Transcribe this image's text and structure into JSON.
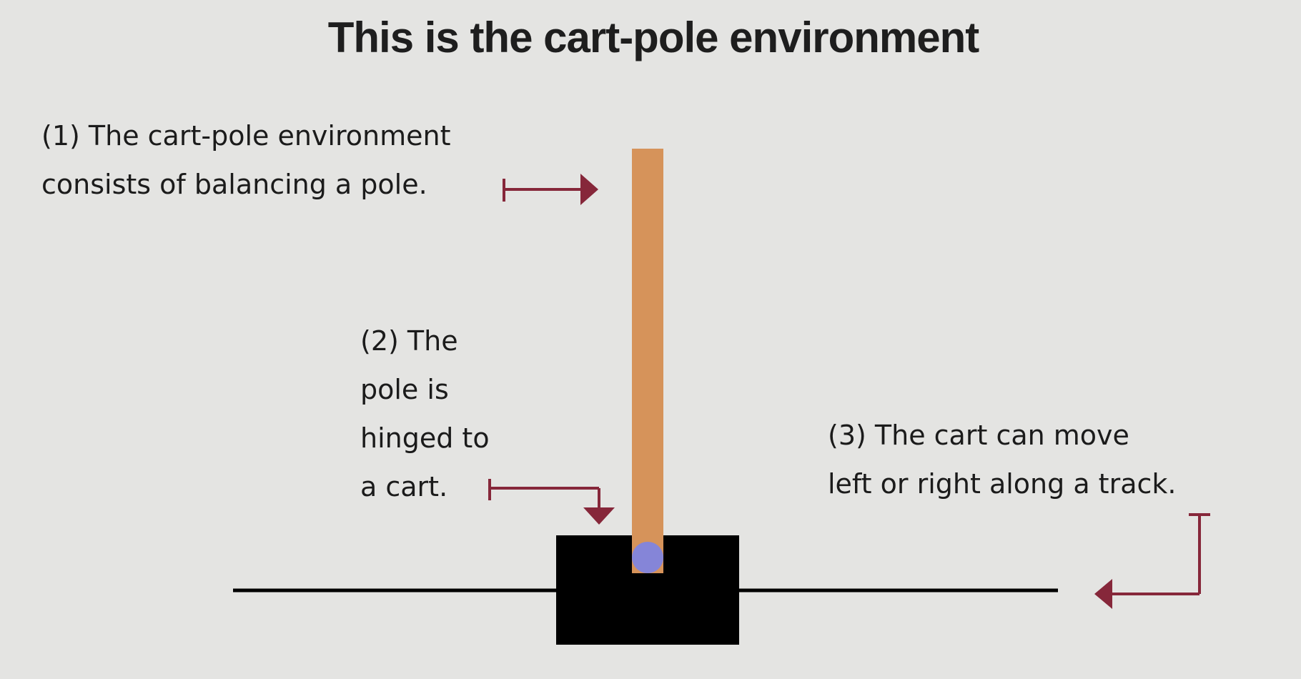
{
  "title": "This is the cart-pole environment",
  "annotations": [
    {
      "id": "pole",
      "lines": [
        "(1) The cart-pole environment",
        "consists of balancing a pole."
      ]
    },
    {
      "id": "hinge",
      "lines": [
        "(2) The",
        "pole is",
        "hinged to",
        "a cart."
      ]
    },
    {
      "id": "track",
      "lines": [
        "(3) The cart can move",
        "left or right along a track."
      ]
    }
  ],
  "colors": {
    "background": "#e4e4e2",
    "pole": "#d6935a",
    "cart": "#000000",
    "hinge": "#8585d8",
    "track": "#000000",
    "arrow": "#86273a"
  }
}
